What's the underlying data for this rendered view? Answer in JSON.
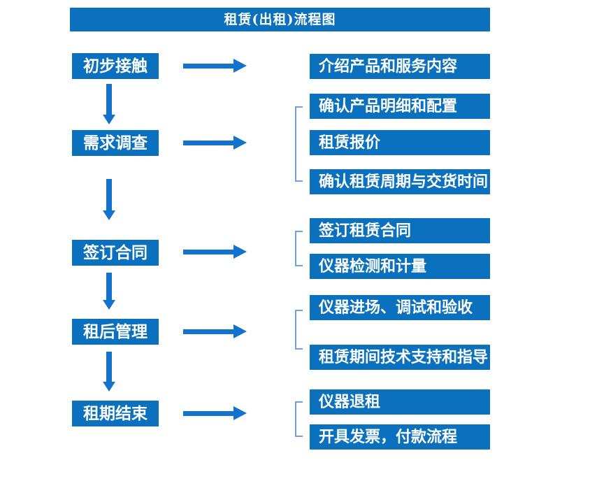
{
  "title": "租赁(出租)流程图",
  "colors": {
    "box_blue": "#0B70BD",
    "arrow_blue": "#1373CC",
    "bracket_blue": "#6FA3DC",
    "text_white": "#FFFFFF"
  },
  "stages": [
    {
      "label": "初步接触",
      "details": [
        "介绍产品和服务内容"
      ]
    },
    {
      "label": "需求调查",
      "details": [
        "确认产品明细和配置",
        "租赁报价",
        "确认租赁周期与交货时间"
      ]
    },
    {
      "label": "签订合同",
      "details": [
        "签订租赁合同",
        "仪器检测和计量"
      ]
    },
    {
      "label": "租后管理",
      "details": [
        "仪器进场、调试和验收",
        "租赁期间技术支持和指导"
      ]
    },
    {
      "label": "租期结束",
      "details": [
        "仪器退租",
        "开具发票，付款流程"
      ]
    }
  ]
}
